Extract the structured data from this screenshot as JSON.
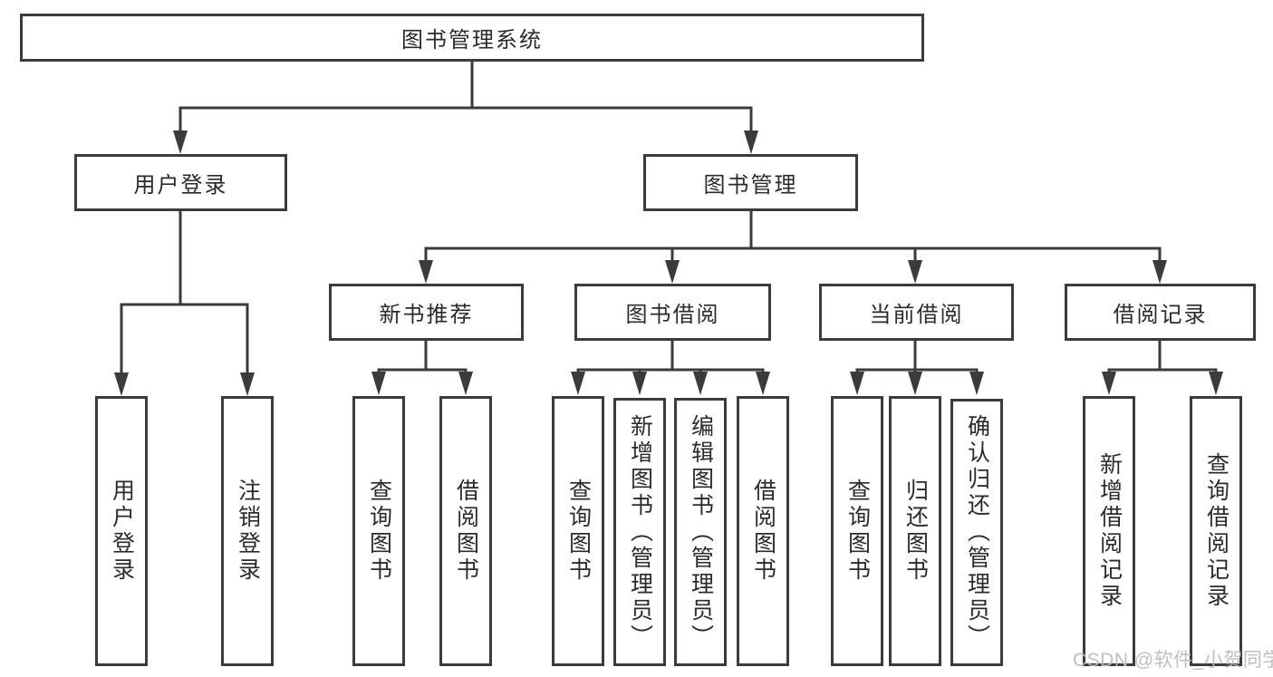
{
  "diagram": {
    "title": "图书管理系统",
    "branches": {
      "user_login": {
        "label": "用户登录",
        "children": [
          "用户登录",
          "注销登录"
        ]
      },
      "book_mgmt": {
        "label": "图书管理",
        "sections": {
          "new_book_rec": {
            "label": "新书推荐",
            "children": [
              "查询图书",
              "借阅图书"
            ]
          },
          "book_borrow": {
            "label": "图书借阅",
            "children": [
              "查询图书",
              "新增图书（管理员）",
              "编辑图书（管理员）",
              "借阅图书"
            ]
          },
          "current_borrow": {
            "label": "当前借阅",
            "children": [
              "查询图书",
              "归还图书",
              "确认归还（管理员）"
            ]
          },
          "borrow_record": {
            "label": "借阅记录",
            "children": [
              "新增借阅记录",
              "查询借阅记录"
            ]
          }
        }
      }
    },
    "colors": {
      "line": "#3b3b3b",
      "text": "#2b2b2b",
      "background": "#ffffff",
      "watermark": "#bcbcba"
    }
  },
  "watermark": {
    "text": "CSDN @软件_小贺同学"
  }
}
